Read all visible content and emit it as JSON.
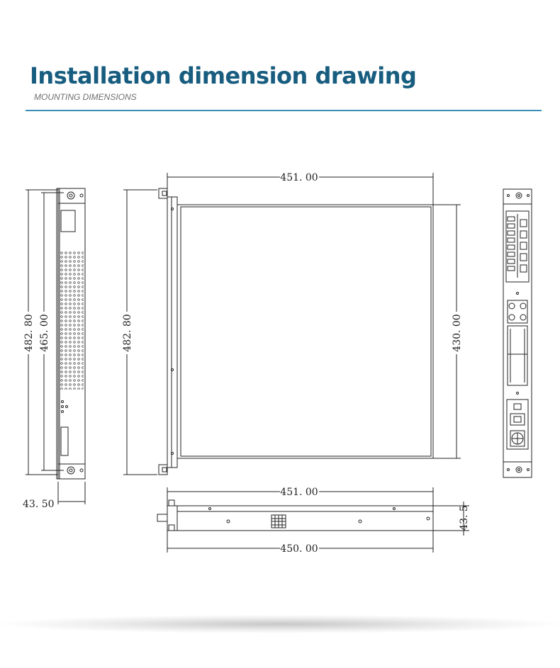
{
  "header": {
    "title": "Installation dimension drawing",
    "subtitle": "MOUNTING  DIMENSIONS"
  },
  "dimensions": {
    "front_width": "482. 80",
    "front_mount_width": "465. 00",
    "front_height": "43. 50",
    "top_width": "482. 80",
    "top_depth": "451. 00",
    "top_body_width": "430. 00",
    "side_depth_top": "451. 00",
    "side_depth_bottom": "450. 00",
    "side_height": "43. 5"
  },
  "colors": {
    "title": "#185d7f",
    "rule": "#3a8db5",
    "line": "#222222"
  }
}
